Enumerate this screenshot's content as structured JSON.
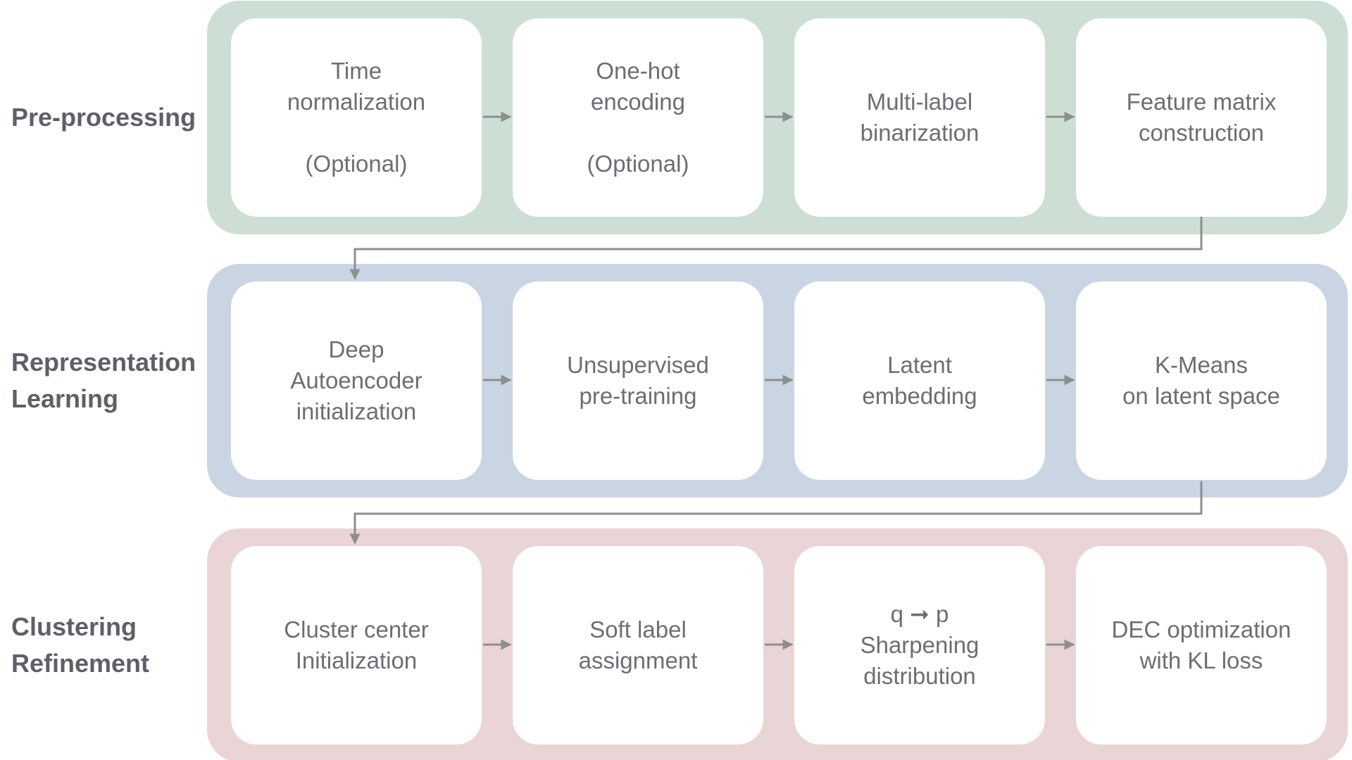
{
  "colors": {
    "preprocessing_band": "#cddfd4",
    "representation_band": "#cad5e3",
    "clustering_band": "#ead5d6",
    "arrow": "#8e8e8e",
    "label_text": "#5d6066",
    "box_text": "#6b6e73"
  },
  "stages": [
    {
      "label": "Pre-processing",
      "color": "#cddfd4",
      "steps": [
        "Time\nnormalization\n\n(Optional)",
        "One-hot\nencoding\n\n(Optional)",
        "Multi-label\nbinarization",
        "Feature matrix\nconstruction"
      ]
    },
    {
      "label": "Representation\nLearning",
      "color": "#cad5e3",
      "steps": [
        "Deep\nAutoencoder\ninitialization",
        "Unsupervised\npre-training",
        "Latent\nembedding",
        "K-Means\non latent space"
      ]
    },
    {
      "label": "Clustering\nRefinement",
      "color": "#ead5d6",
      "steps": [
        "Cluster center\nInitialization",
        "Soft label\nassignment",
        "q ➞ p\nSharpening\ndistribution",
        "DEC optimization\nwith KL loss"
      ]
    }
  ]
}
